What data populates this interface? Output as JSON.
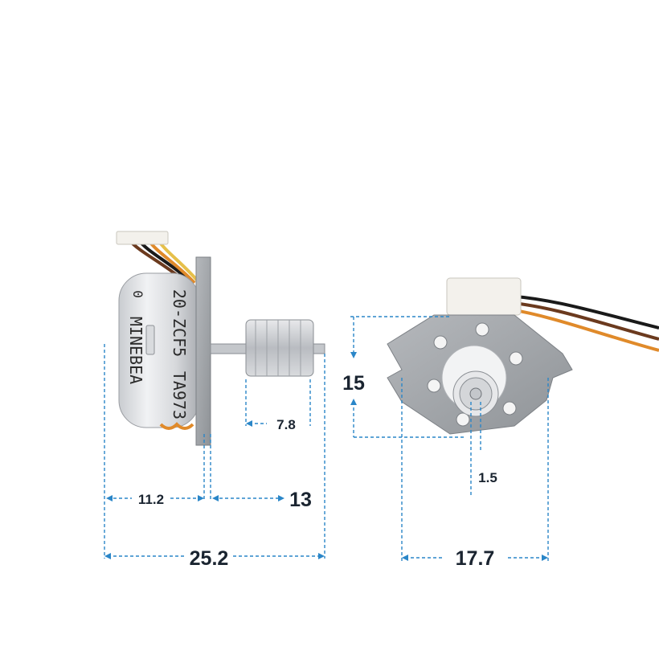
{
  "motor": {
    "markings": {
      "brand": "MINEBEA",
      "model": "20-ZCF5",
      "code": "TA973",
      "extra": "0"
    }
  },
  "dimensions": {
    "side_total_length": "25.2",
    "body_length": "11.2",
    "shaft_length": "13",
    "gear_width": "7.8",
    "flange_height": "15",
    "front_width": "17.7",
    "shaft_diameter": "1.5"
  },
  "colors": {
    "dimension_line": "#2a86c8",
    "label": "#1a2430",
    "wire_orange": "#e08a2a",
    "wire_yellow": "#e6c04a",
    "wire_brown": "#6b3a1e",
    "wire_black": "#1a1a1a"
  }
}
